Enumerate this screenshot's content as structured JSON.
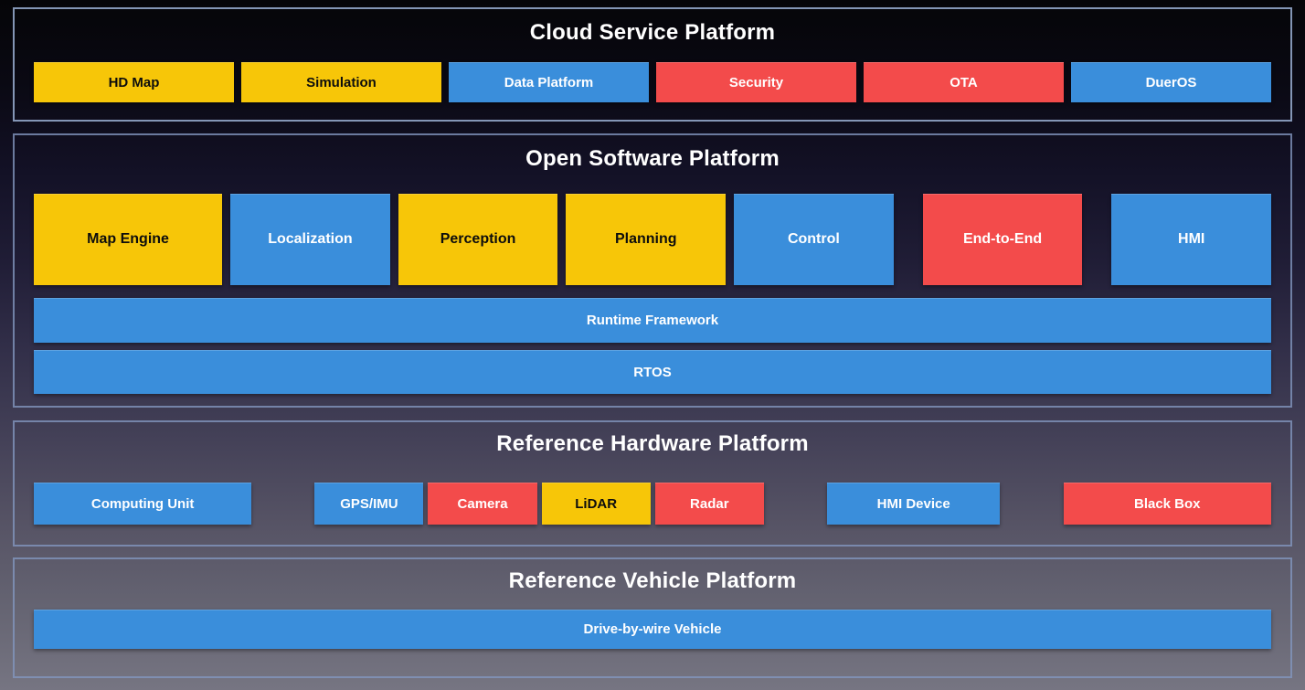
{
  "colors": {
    "yellow": "#F7C608",
    "blue": "#3A8EDB",
    "red": "#F34B4B",
    "text_on_yellow": "#0d0d0d",
    "text_on_blue_red": "#FFFFFF",
    "section_border": "#8296BE",
    "background_top": "#050508",
    "background_bottom": "#767582"
  },
  "cloud": {
    "title": "Cloud Service Platform",
    "items": [
      {
        "label": "HD Map",
        "color": "yellow"
      },
      {
        "label": "Simulation",
        "color": "yellow"
      },
      {
        "label": "Data Platform",
        "color": "blue"
      },
      {
        "label": "Security",
        "color": "red"
      },
      {
        "label": "OTA",
        "color": "red"
      },
      {
        "label": "DuerOS",
        "color": "blue"
      }
    ]
  },
  "software": {
    "title": "Open Software Platform",
    "modules": [
      {
        "label": "Map Engine",
        "color": "yellow"
      },
      {
        "label": "Localization",
        "color": "blue"
      },
      {
        "label": "Perception",
        "color": "yellow"
      },
      {
        "label": "Planning",
        "color": "yellow"
      },
      {
        "label": "Control",
        "color": "blue"
      },
      {
        "label": "End-to-End",
        "color": "red"
      },
      {
        "label": "HMI",
        "color": "blue"
      }
    ],
    "runtime_bar": "Runtime Framework",
    "rtos_bar": "RTOS"
  },
  "hardware": {
    "title": "Reference Hardware Platform",
    "computing_unit": "Computing Unit",
    "sensors": [
      {
        "label": "GPS/IMU",
        "color": "blue"
      },
      {
        "label": "Camera",
        "color": "red"
      },
      {
        "label": "LiDAR",
        "color": "yellow"
      },
      {
        "label": "Radar",
        "color": "red"
      }
    ],
    "hmi_device": "HMI Device",
    "black_box": "Black Box"
  },
  "vehicle": {
    "title": "Reference Vehicle Platform",
    "bar": "Drive-by-wire Vehicle"
  }
}
